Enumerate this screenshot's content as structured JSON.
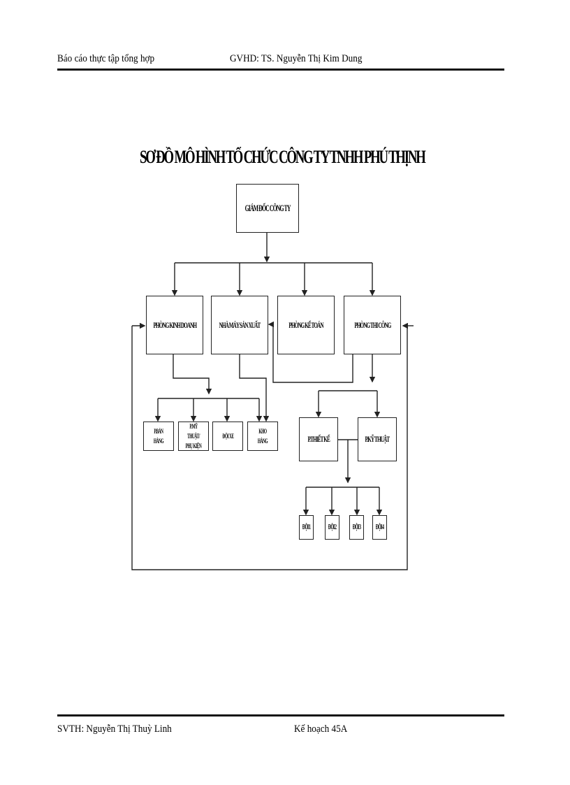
{
  "header": {
    "left": "Báo cáo thực tập tổng hợp",
    "right": "GVHD: TS. Nguyễn Thị Kim Dung"
  },
  "footer": {
    "left": "SVTH: Nguyễn Thị Thuỳ Linh",
    "right": "Kế hoạch 45A"
  },
  "diagram": {
    "title": "SƠ ĐỒ MÔ HÌNH TỔ CHỨC CÔNG TY TNHH PHÚ THỊNH",
    "root": "GIÁM ĐỐC CÔNG TY",
    "level1": [
      "PHÒNG KINH DOANH",
      "NHÀ MÁY SẢN XUẤT",
      "PHÒNG KẾ TOÁN",
      "PHÒNG THI CÔNG"
    ],
    "level2_left": [
      "P.BÁN HÀNG",
      "P.MỸ THUẬT/ PHỤ KIỆN",
      "ĐỘI XE",
      "KHO HÀNG"
    ],
    "level2_right": [
      "P.THIẾT KẾ",
      "P.KỸ THUẬT"
    ],
    "level3": [
      "ĐỘI 1",
      "ĐỘI 2",
      "ĐỘI 3",
      "ĐỘI 4"
    ]
  }
}
